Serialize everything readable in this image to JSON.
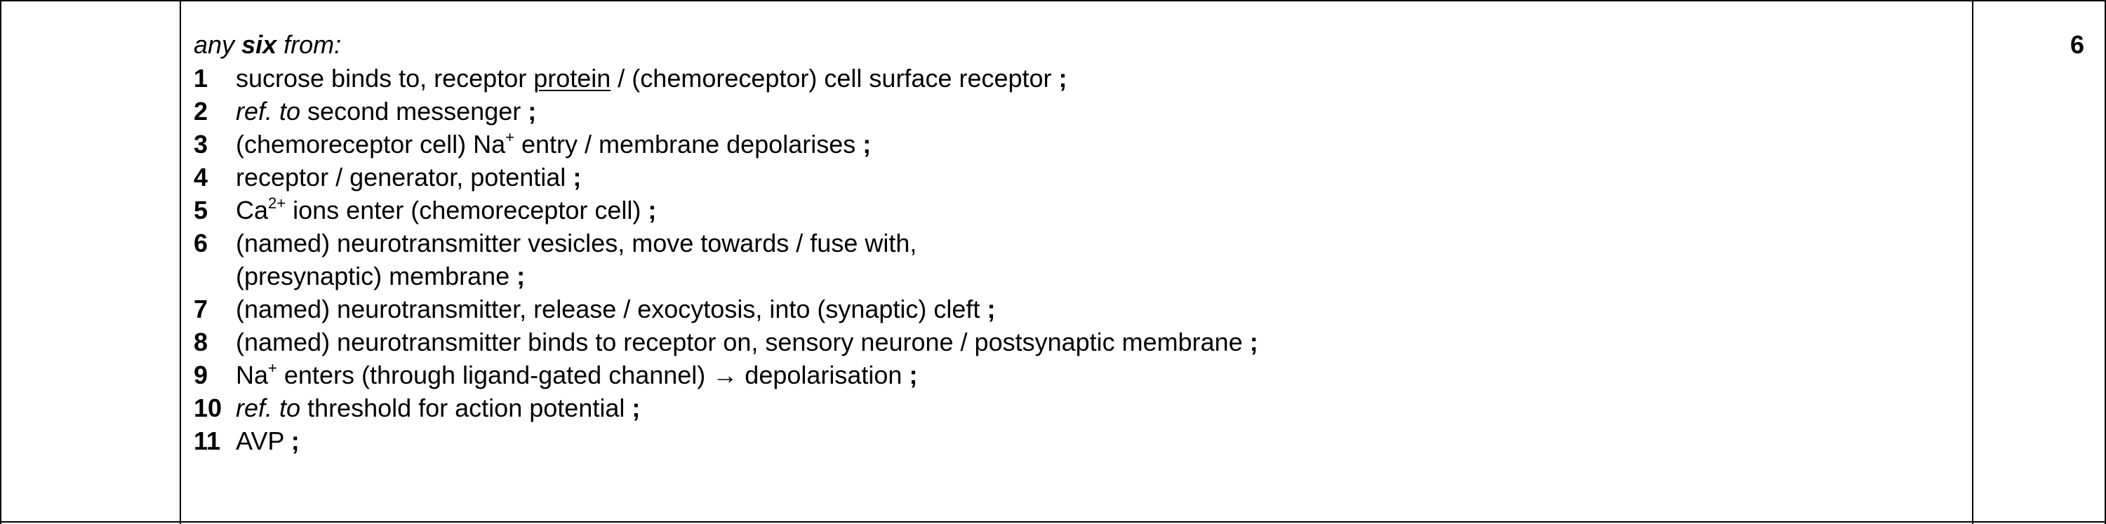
{
  "header": {
    "any": "any",
    "six": "six",
    "from": "from:"
  },
  "marks": "6",
  "points": [
    {
      "num": "1",
      "parts": [
        [
          "sucrose binds to, receptor ",
          ""
        ],
        [
          "protein",
          "u"
        ],
        [
          " / (chemoreceptor) cell surface receptor ",
          ""
        ],
        [
          ";",
          "semi"
        ]
      ]
    },
    {
      "num": "2",
      "parts": [
        [
          "ref. to",
          "it"
        ],
        [
          " second messenger ",
          ""
        ],
        [
          ";",
          "semi"
        ]
      ]
    },
    {
      "num": "3",
      "parts": [
        [
          "(chemoreceptor cell) Na",
          ""
        ],
        [
          "+",
          "sup"
        ],
        [
          " entry / membrane depolarises ",
          ""
        ],
        [
          ";",
          "semi"
        ]
      ]
    },
    {
      "num": "4",
      "parts": [
        [
          "receptor / generator, potential ",
          ""
        ],
        [
          ";",
          "semi"
        ]
      ]
    },
    {
      "num": "5",
      "parts": [
        [
          "Ca",
          ""
        ],
        [
          "2+",
          "sup"
        ],
        [
          " ions enter (chemoreceptor cell) ",
          ""
        ],
        [
          ";",
          "semi"
        ]
      ]
    },
    {
      "num": "6",
      "parts": [
        [
          "(named) neurotransmitter vesicles, move towards / fuse with,",
          ""
        ]
      ],
      "continuation": [
        [
          "(presynaptic) membrane ",
          ""
        ],
        [
          ";",
          "semi"
        ]
      ]
    },
    {
      "num": "7",
      "parts": [
        [
          "(named) neurotransmitter, release / exocytosis, into (synaptic) cleft ",
          ""
        ],
        [
          ";",
          "semi"
        ]
      ]
    },
    {
      "num": "8",
      "parts": [
        [
          "(named) neurotransmitter binds to receptor on, sensory neurone / postsynaptic membrane ",
          ""
        ],
        [
          ";",
          "semi"
        ]
      ]
    },
    {
      "num": "9",
      "parts": [
        [
          "Na",
          ""
        ],
        [
          "+",
          "sup"
        ],
        [
          " enters (through ligand-gated channel) → depolarisation ",
          ""
        ],
        [
          ";",
          "semi"
        ]
      ]
    },
    {
      "num": "10",
      "parts": [
        [
          "ref. to",
          "it"
        ],
        [
          " threshold for action potential ",
          ""
        ],
        [
          ";",
          "semi"
        ]
      ]
    },
    {
      "num": "11",
      "parts": [
        [
          "AVP ",
          ""
        ],
        [
          ";",
          "semi"
        ]
      ]
    }
  ]
}
